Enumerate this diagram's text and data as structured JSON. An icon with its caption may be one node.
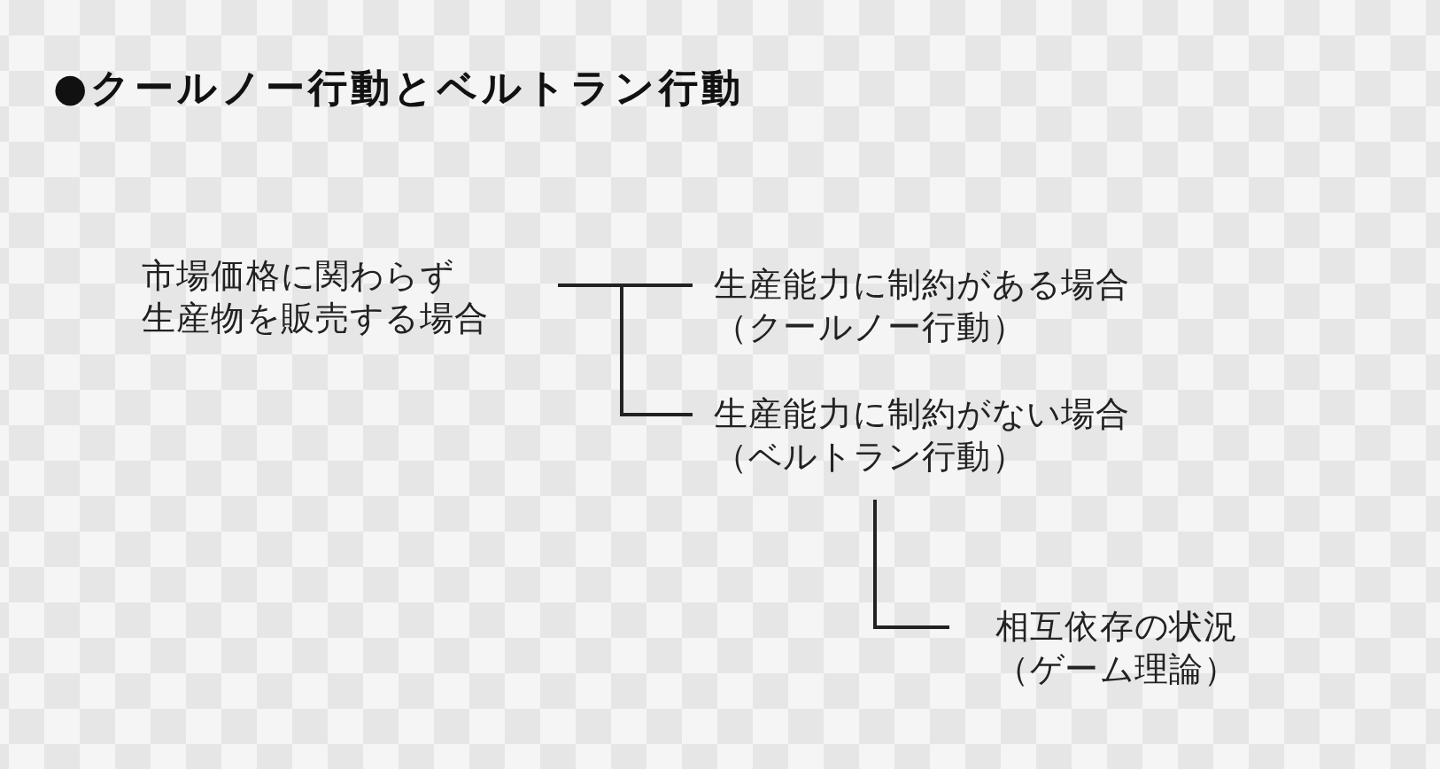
{
  "diagram": {
    "title": "●クールノー行動とベルトラン行動",
    "nodes": [
      {
        "text": [
          "市場価格に関わらず",
          "生産物を販売する場合"
        ]
      },
      {
        "text": [
          "生産能力に制約がある場合",
          "（クールノー行動）"
        ]
      },
      {
        "text": [
          "生産能力に制約がない場合",
          "（ベルトラン行動）"
        ]
      },
      {
        "text": [
          "相互依存の状況",
          "（ゲーム理論）"
        ]
      }
    ],
    "edges": [
      {
        "from": 0,
        "to": 1,
        "arrow": "none"
      },
      {
        "from": 0,
        "to": 2,
        "arrow": "none"
      },
      {
        "from": 2,
        "to": 3,
        "arrow": "none"
      }
    ]
  }
}
